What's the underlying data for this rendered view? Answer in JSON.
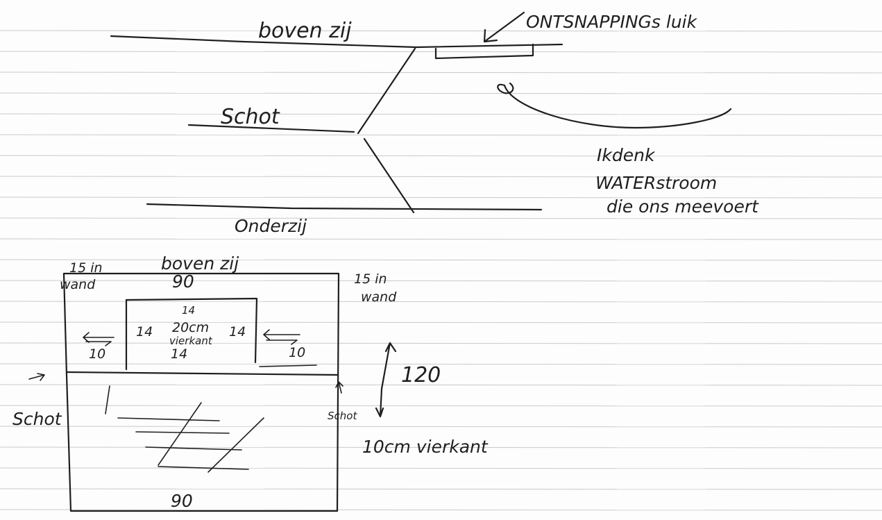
{
  "top_diagram": {
    "label_bovenzij": "boven zij",
    "label_ontsnapping": "ONTSNAPPINGs luik",
    "label_schot": "Schot",
    "label_onderzij": "Onderzij",
    "note": [
      "Ikdenk",
      "WATERstroom",
      "die ons meevoert"
    ]
  },
  "bottom_diagram": {
    "label_bovenzij": "boven zij",
    "left_dim": [
      "15 in",
      "wand"
    ],
    "right_dim": [
      "15 in",
      "wand"
    ],
    "width_top": "90",
    "width_bottom": "90",
    "hatch_box": {
      "top": "14",
      "left": "14",
      "right": "14",
      "bottom": "14",
      "center": [
        "20cm",
        "vierkant"
      ]
    },
    "gap_left": "10",
    "gap_right": "10",
    "height": "120",
    "schot_left": "Schot",
    "schot_right": "Schot",
    "caption": "10cm vierkant"
  }
}
